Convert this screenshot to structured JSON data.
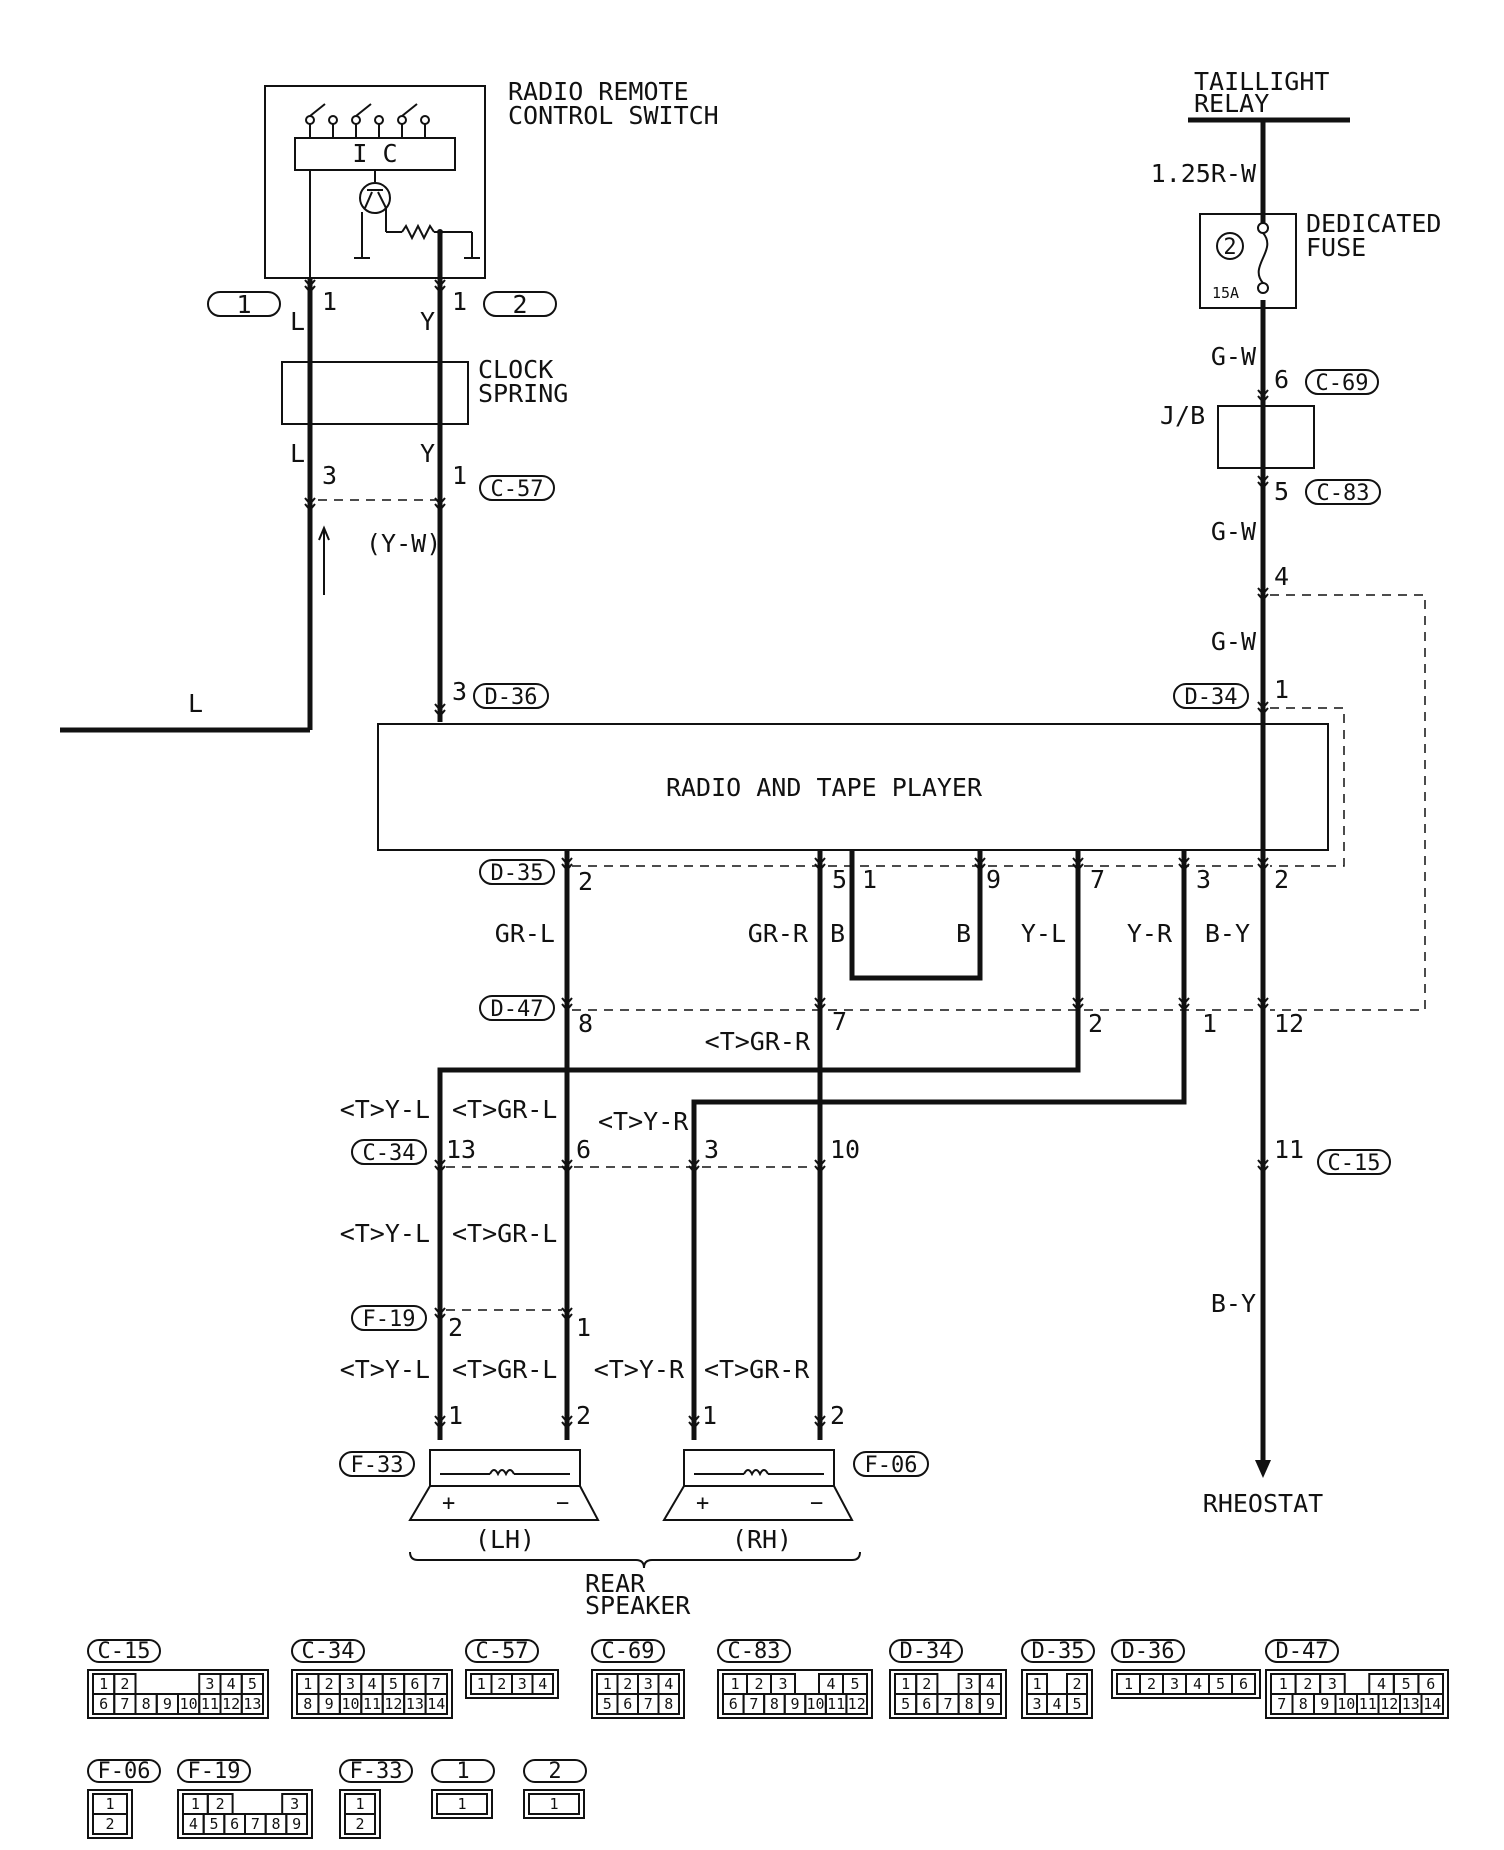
{
  "components": {
    "radio_remote": [
      "RADIO REMOTE",
      "CONTROL SWITCH"
    ],
    "ic_label": "I C",
    "clock_spring": [
      "CLOCK",
      "SPRING"
    ],
    "taillight_relay": [
      "TAILLIGHT",
      "RELAY"
    ],
    "dedicated_fuse": [
      "DEDICATED",
      "FUSE"
    ],
    "fuse_number": "2",
    "fuse_rating": "15A",
    "jb": "J/B",
    "radio": "RADIO AND TAPE PLAYER",
    "rheostat": "RHEOSTAT",
    "rear_speaker": [
      "REAR",
      "SPEAKER"
    ],
    "lh": "(LH)",
    "rh": "(RH)",
    "plus": "+",
    "minus": "−"
  },
  "connectors": {
    "c57": "C-57",
    "d36": "D-36",
    "d34": "D-34",
    "d35": "D-35",
    "d47": "D-47",
    "c34": "C-34",
    "f19": "F-19",
    "f33": "F-33",
    "f06": "F-06",
    "c69": "C-69",
    "c83": "C-83",
    "c15": "C-15",
    "c1": "1",
    "c2": "2"
  },
  "wires": {
    "l": "L",
    "y": "Y",
    "yw": "(Y-W)",
    "r125": "1.25R-W",
    "gw": "G-W",
    "grl": "GR-L",
    "grr": "GR-R",
    "b": "B",
    "yl": "Y-L",
    "yr": "Y-R",
    "by": "B-Y",
    "tgrr": "<T>GR-R",
    "tyl": "<T>Y-L",
    "tgrl": "<T>GR-L",
    "tyr": "<T>Y-R"
  },
  "pins": {
    "p1": "1",
    "p2": "2",
    "p3": "3",
    "p4": "4",
    "p5": "5",
    "p6": "6",
    "p7": "7",
    "p8": "8",
    "p9": "9",
    "p10": "10",
    "p11": "11",
    "p12": "12",
    "p13": "13"
  },
  "legend": [
    {
      "id": "C-15",
      "rows": [
        [
          "1",
          "2",
          "",
          "",
          "",
          "3",
          "4",
          "5"
        ],
        [
          "6",
          "7",
          "8",
          "9",
          "10",
          "11",
          "12",
          "13"
        ]
      ]
    },
    {
      "id": "C-34",
      "rows": [
        [
          "1",
          "2",
          "3",
          "4",
          "5",
          "6",
          "7"
        ],
        [
          "8",
          "9",
          "10",
          "11",
          "12",
          "13",
          "14"
        ]
      ]
    },
    {
      "id": "C-57",
      "rows": [
        [
          "1",
          "2",
          "3",
          "4"
        ]
      ]
    },
    {
      "id": "C-69",
      "rows": [
        [
          "1",
          "2",
          "3",
          "4"
        ],
        [
          "5",
          "6",
          "7",
          "8"
        ]
      ]
    },
    {
      "id": "C-83",
      "rows": [
        [
          "1",
          "2",
          "3",
          "",
          "4",
          "5"
        ],
        [
          "6",
          "7",
          "8",
          "9",
          "10",
          "11",
          "12"
        ]
      ]
    },
    {
      "id": "D-34",
      "rows": [
        [
          "1",
          "2",
          "",
          "3",
          "4"
        ],
        [
          "5",
          "6",
          "7",
          "8",
          "9"
        ]
      ]
    },
    {
      "id": "D-35",
      "rows": [
        [
          "1",
          "",
          "2"
        ],
        [
          "3",
          "4",
          "5"
        ]
      ]
    },
    {
      "id": "D-36",
      "rows": [
        [
          "1",
          "2",
          "3",
          "4",
          "5",
          "6"
        ]
      ]
    },
    {
      "id": "D-47",
      "rows": [
        [
          "1",
          "2",
          "3",
          "",
          "4",
          "5",
          "6"
        ],
        [
          "7",
          "8",
          "9",
          "10",
          "11",
          "12",
          "13",
          "14"
        ]
      ]
    },
    {
      "id": "F-06",
      "rows": [
        [
          "1"
        ],
        [
          "2"
        ]
      ]
    },
    {
      "id": "F-19",
      "rows": [
        [
          "1",
          "2",
          "",
          "",
          "3"
        ],
        [
          "4",
          "5",
          "6",
          "7",
          "8",
          "9"
        ]
      ]
    },
    {
      "id": "F-33",
      "rows": [
        [
          "1"
        ],
        [
          "2"
        ]
      ]
    },
    {
      "id": "1",
      "rows": [
        [
          "1"
        ]
      ]
    },
    {
      "id": "2",
      "rows": [
        [
          "1"
        ]
      ]
    }
  ]
}
